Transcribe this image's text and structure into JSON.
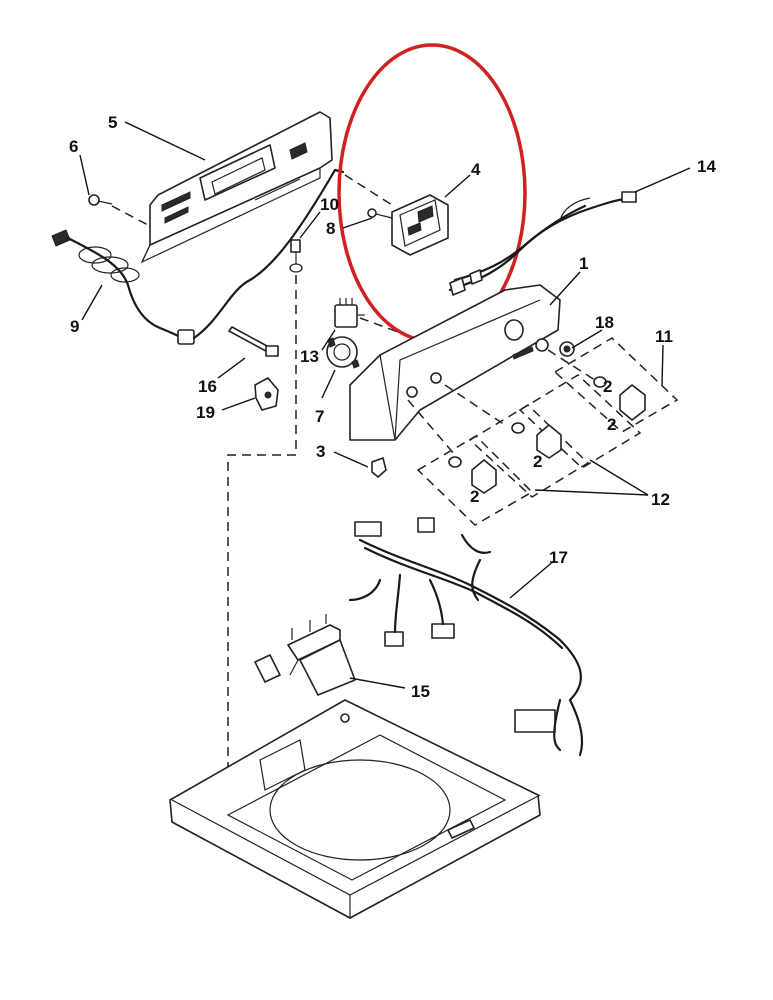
{
  "diagram": {
    "callouts": [
      {
        "id": "c1",
        "text": "1"
      },
      {
        "id": "c2a",
        "text": "2"
      },
      {
        "id": "c2b",
        "text": "2"
      },
      {
        "id": "c2c",
        "text": "2"
      },
      {
        "id": "c2d",
        "text": "2"
      },
      {
        "id": "c3",
        "text": "3"
      },
      {
        "id": "c4",
        "text": "4"
      },
      {
        "id": "c5",
        "text": "5"
      },
      {
        "id": "c6",
        "text": "6"
      },
      {
        "id": "c7",
        "text": "7"
      },
      {
        "id": "c8",
        "text": "8"
      },
      {
        "id": "c9",
        "text": "9"
      },
      {
        "id": "c10",
        "text": "10"
      },
      {
        "id": "c11",
        "text": "11"
      },
      {
        "id": "c12",
        "text": "12"
      },
      {
        "id": "c13",
        "text": "13"
      },
      {
        "id": "c14",
        "text": "14"
      },
      {
        "id": "c15",
        "text": "15"
      },
      {
        "id": "c16",
        "text": "16"
      },
      {
        "id": "c17",
        "text": "17"
      },
      {
        "id": "c18",
        "text": "18"
      },
      {
        "id": "c19",
        "text": "19"
      }
    ],
    "highlight": {
      "color": "#d02020",
      "encircles_callout": "4"
    }
  }
}
